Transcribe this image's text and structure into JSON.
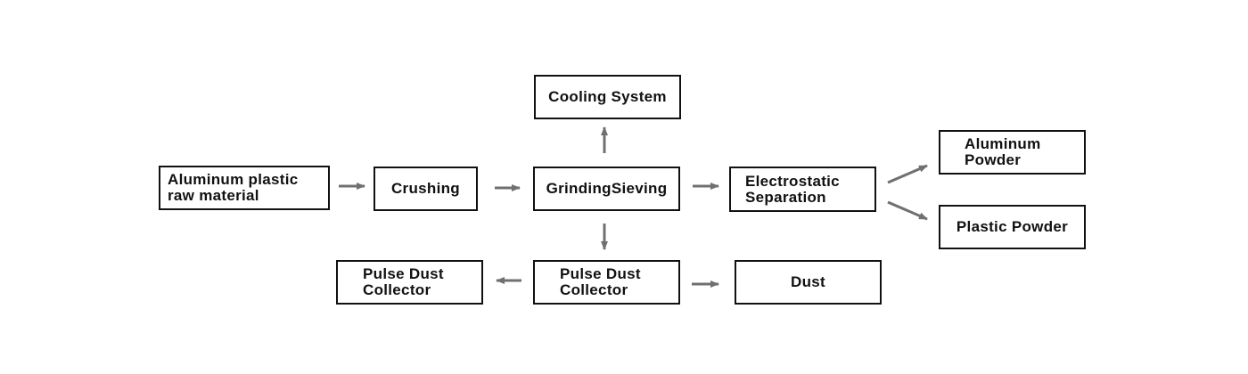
{
  "colors": {
    "box_border": "#111111",
    "arrow": "#707070",
    "background": "#ffffff"
  },
  "nodes": {
    "raw_material": {
      "line1": "Aluminum plastic",
      "line2": "raw material"
    },
    "crushing": {
      "line1": "Crushing"
    },
    "grinding_sieving": {
      "line1": "GrindingSieving"
    },
    "cooling_system": {
      "line1": "Cooling System"
    },
    "electrostatic_separation": {
      "line1": "Electrostatic",
      "line2": "Separation"
    },
    "aluminum_powder": {
      "line1": "Aluminum",
      "line2": "Powder"
    },
    "plastic_powder": {
      "line1": "Plastic Powder"
    },
    "pulse_dust_collector_center": {
      "line1": "Pulse Dust",
      "line2": "Collector"
    },
    "pulse_dust_collector_left": {
      "line1": "Pulse Dust",
      "line2": "Collector"
    },
    "dust": {
      "line1": "Dust"
    }
  },
  "edges": [
    {
      "from": "raw_material",
      "to": "crushing"
    },
    {
      "from": "crushing",
      "to": "grinding_sieving"
    },
    {
      "from": "grinding_sieving",
      "to": "cooling_system"
    },
    {
      "from": "grinding_sieving",
      "to": "electrostatic_separation"
    },
    {
      "from": "electrostatic_separation",
      "to": "aluminum_powder"
    },
    {
      "from": "electrostatic_separation",
      "to": "plastic_powder"
    },
    {
      "from": "grinding_sieving",
      "to": "pulse_dust_collector_center"
    },
    {
      "from": "pulse_dust_collector_center",
      "to": "pulse_dust_collector_left"
    },
    {
      "from": "pulse_dust_collector_center",
      "to": "dust"
    }
  ]
}
